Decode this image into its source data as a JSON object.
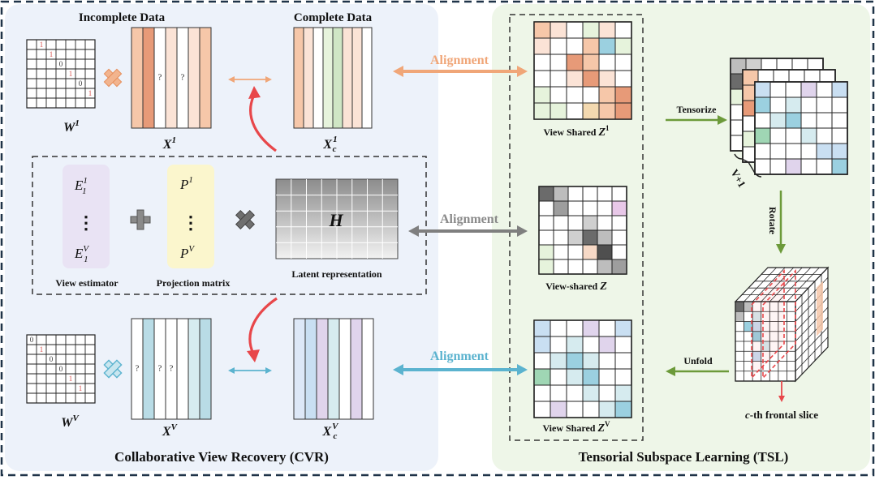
{
  "panels": {
    "cvr_title": "Collaborative View Recovery (CVR)",
    "tsl_title": "Tensorial Subspace Learning (TSL)"
  },
  "headers": {
    "incomplete": "Incomplete Data",
    "complete": "Complete Data"
  },
  "top_row": {
    "mask_label": "W",
    "mask_sup": "1",
    "input_label": "X",
    "input_sup": "1",
    "complete_label": "X",
    "complete_sub": "c",
    "complete_sup": "1",
    "unknown": "?",
    "mask_marks": [
      {
        "r": 0,
        "c": 1,
        "t": "1",
        "color": "#d9534f"
      },
      {
        "r": 1,
        "c": 2,
        "t": "1",
        "color": "#d9534f"
      },
      {
        "r": 2,
        "c": 3,
        "t": "0",
        "color": "#333333"
      },
      {
        "r": 3,
        "c": 4,
        "t": "1",
        "color": "#d9534f"
      },
      {
        "r": 4,
        "c": 5,
        "t": "0",
        "color": "#333333"
      },
      {
        "r": 5,
        "c": 6,
        "t": "1",
        "color": "#d9534f"
      }
    ],
    "input_columns": [
      "#f6c7a9",
      "#e79a78",
      "#ffffff",
      "#fbe3d6",
      "#ffffff",
      "#fbe3d6",
      "#f6c7a9"
    ],
    "input_unknown_cols": [
      2,
      4
    ],
    "complete_columns": [
      "#f6c7a9",
      "#fbe3d6",
      "#ffffff",
      "#e6f3dc",
      "#cfe6c5",
      "#fbe3d6",
      "#fbe3d6",
      "#ffffff"
    ]
  },
  "middle": {
    "estimator_top": "E",
    "estimator_top_sub": "1",
    "estimator_top_sup": "1",
    "estimator_bottom": "E",
    "estimator_bottom_sub": "1",
    "estimator_bottom_sup": "V",
    "projection_top": "P",
    "projection_top_sup": "1",
    "projection_bottom": "P",
    "projection_bottom_sup": "V",
    "dots": "⋮",
    "H_label": "H",
    "view_estimator": "View estimator",
    "projection_matrix": "Projection matrix",
    "latent": "Latent representation",
    "estimator_color": "#e9e3f4",
    "projection_color": "#fbf6cd"
  },
  "bottom_row": {
    "mask_label": "W",
    "mask_sup": "V",
    "input_label": "X",
    "input_sup": "V",
    "complete_label": "X",
    "complete_sub": "c",
    "complete_sup": "V",
    "unknown": "?",
    "mask_marks": [
      {
        "r": 0,
        "c": 0,
        "t": "0",
        "color": "#333333"
      },
      {
        "r": 1,
        "c": 1,
        "t": "1",
        "color": "#d9534f"
      },
      {
        "r": 2,
        "c": 2,
        "t": "0",
        "color": "#333333"
      },
      {
        "r": 3,
        "c": 3,
        "t": "0",
        "color": "#333333"
      },
      {
        "r": 4,
        "c": 4,
        "t": "1",
        "color": "#d9534f"
      },
      {
        "r": 5,
        "c": 5,
        "t": "1",
        "color": "#d9534f"
      }
    ],
    "input_columns": [
      "#ffffff",
      "#b9dce6",
      "#ffffff",
      "#ffffff",
      "#ffffff",
      "#d6ebef",
      "#b9dce6"
    ],
    "input_unknown_cols": [
      0,
      2,
      3
    ],
    "complete_columns": [
      "#dde8f7",
      "#c9dff2",
      "#e0d4ec",
      "#d6ebef",
      "#ffffff",
      "#e0d4ec",
      "#ffffff"
    ]
  },
  "arrows": {
    "alignment_1": "Alignment",
    "alignment_2": "Alignment",
    "alignment_3": "Alignment",
    "orange": "#f0a678",
    "gray": "#7f7f7f",
    "blue": "#5bb3cf",
    "red": "#e8474a",
    "green": "#6c9a3a"
  },
  "tsl": {
    "view_shared_1": "View Shared",
    "z1_sup": "1",
    "view_shared_mid": "View-shared",
    "view_shared_v": "View Shared",
    "zv_sup": "V",
    "z_label": "Z",
    "tensorize": "Tensorize",
    "rotate": "Rotate",
    "unfold": "Unfold",
    "vplus1": "V+1",
    "frontal_slice_c": "c",
    "frontal_slice_rest": "-th frontal slice",
    "z1_cells": [
      {
        "r": 0,
        "c": 0,
        "col": "#f6c7a9"
      },
      {
        "r": 0,
        "c": 1,
        "col": "#fbe3d6"
      },
      {
        "r": 0,
        "c": 3,
        "col": "#e6f3dc"
      },
      {
        "r": 0,
        "c": 4,
        "col": "#fbe3d6"
      },
      {
        "r": 1,
        "c": 0,
        "col": "#fbe3d6"
      },
      {
        "r": 1,
        "c": 3,
        "col": "#f6c7a9"
      },
      {
        "r": 1,
        "c": 4,
        "col": "#9bd0e0"
      },
      {
        "r": 1,
        "c": 5,
        "col": "#e6f3dc"
      },
      {
        "r": 2,
        "c": 2,
        "col": "#e79a78"
      },
      {
        "r": 2,
        "c": 3,
        "col": "#f6c7a9"
      },
      {
        "r": 3,
        "c": 2,
        "col": "#fbe3d6"
      },
      {
        "r": 3,
        "c": 3,
        "col": "#e79a78"
      },
      {
        "r": 3,
        "c": 4,
        "col": "#fbe3d6"
      },
      {
        "r": 4,
        "c": 0,
        "col": "#e6f3dc"
      },
      {
        "r": 4,
        "c": 4,
        "col": "#f6c7a9"
      },
      {
        "r": 4,
        "c": 5,
        "col": "#e79a78"
      },
      {
        "r": 5,
        "c": 0,
        "col": "#e6f3dc"
      },
      {
        "r": 5,
        "c": 1,
        "col": "#e6f3dc"
      },
      {
        "r": 5,
        "c": 3,
        "col": "#f3d9b0"
      },
      {
        "r": 5,
        "c": 4,
        "col": "#f6c7a9"
      },
      {
        "r": 5,
        "c": 5,
        "col": "#e79a78"
      }
    ],
    "zmid_cells": [
      {
        "r": 0,
        "c": 0,
        "col": "#6b6b6b"
      },
      {
        "r": 0,
        "c": 1,
        "col": "#bdbdbd"
      },
      {
        "r": 1,
        "c": 1,
        "col": "#9e9e9e"
      },
      {
        "r": 1,
        "c": 5,
        "col": "#e8c8e8"
      },
      {
        "r": 2,
        "c": 3,
        "col": "#cfcfcf"
      },
      {
        "r": 3,
        "c": 2,
        "col": "#cfcfcf"
      },
      {
        "r": 3,
        "c": 3,
        "col": "#6b6b6b"
      },
      {
        "r": 3,
        "c": 4,
        "col": "#bdbdbd"
      },
      {
        "r": 4,
        "c": 0,
        "col": "#e6f3dc"
      },
      {
        "r": 4,
        "c": 3,
        "col": "#f7d9c6"
      },
      {
        "r": 4,
        "c": 4,
        "col": "#4f4f4f"
      },
      {
        "r": 5,
        "c": 0,
        "col": "#e6f3dc"
      },
      {
        "r": 5,
        "c": 4,
        "col": "#bdbdbd"
      },
      {
        "r": 5,
        "c": 5,
        "col": "#9e9e9e"
      }
    ],
    "zv_cells": [
      {
        "r": 0,
        "c": 0,
        "col": "#c9dff2"
      },
      {
        "r": 0,
        "c": 3,
        "col": "#e0d4ec"
      },
      {
        "r": 0,
        "c": 5,
        "col": "#c9dff2"
      },
      {
        "r": 1,
        "c": 0,
        "col": "#c9dff2"
      },
      {
        "r": 1,
        "c": 2,
        "col": "#d6ebef"
      },
      {
        "r": 1,
        "c": 4,
        "col": "#e0d4ec"
      },
      {
        "r": 2,
        "c": 1,
        "col": "#d6ebef"
      },
      {
        "r": 2,
        "c": 2,
        "col": "#9bd0e0"
      },
      {
        "r": 2,
        "c": 3,
        "col": "#d6ebef"
      },
      {
        "r": 3,
        "c": 0,
        "col": "#9fd6b4"
      },
      {
        "r": 3,
        "c": 2,
        "col": "#d6ebef"
      },
      {
        "r": 3,
        "c": 3,
        "col": "#9bd0e0"
      },
      {
        "r": 4,
        "c": 3,
        "col": "#d6ebef"
      },
      {
        "r": 4,
        "c": 5,
        "col": "#d6ebef"
      },
      {
        "r": 5,
        "c": 1,
        "col": "#e0d4ec"
      },
      {
        "r": 5,
        "c": 4,
        "col": "#d6ebef"
      },
      {
        "r": 5,
        "c": 5,
        "col": "#9bd0e0"
      }
    ]
  }
}
